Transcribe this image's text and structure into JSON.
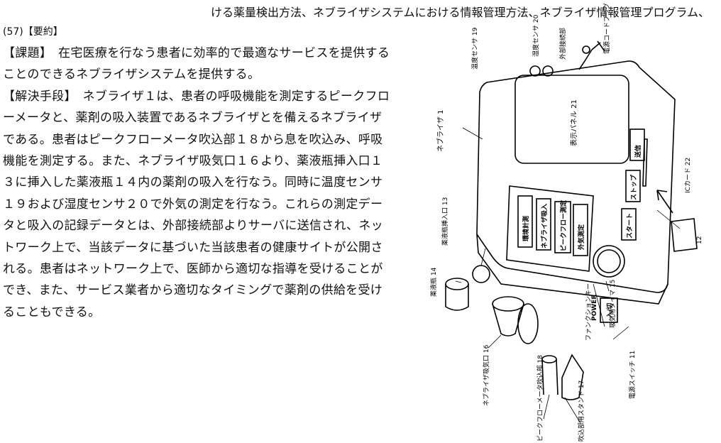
{
  "header": {
    "running_title": "ける薬量検出方法、ネブライザシステムにおける情報管理方法、ネブライザ情報管理プログラム、"
  },
  "abstract": {
    "section_label": "(57)【要約】",
    "problem_heading": "【課題】",
    "problem_text": "在宅医療を行なう患者に効率的で最適なサービスを提供することのできるネブライザシステムを提供する。",
    "solution_heading": "【解決手段】",
    "solution_text": "ネブライザ１は、患者の呼吸機能を測定するピークフローメータと、薬剤の吸入装置であるネブライザとを備えるネブライザである。患者はピークフローメータ吹込部１８から息を吹込み、呼吸機能を測定する。また、ネブライザ吸気口１６より、薬液瓶挿入口１３に挿入した薬液瓶１４内の薬剤の吸入を行なう。同時に温度センサ１９および湿度センサ２０で外気の測定を行なう。これらの測定データと吸入の記録データとは、外部接続部よりサーバに送信され、ネットワーク上で、当該データに基づいた当該患者の健康サイトが公開される。患者はネットワーク上で、医師から適切な指導を受けることができ、また、サービス業者から適切なタイミングで薬剤の供給を受けることもできる。"
  },
  "figure": {
    "labels": {
      "temp_sensor": "温度センサ 19",
      "humidity_sensor": "湿度センサ 20",
      "external_connector": "外部接続部",
      "power_plug": "電源コードプラグ",
      "nebulizer": "ネブライザ 1",
      "display_panel": "表示パネル 21",
      "ic_card": "ICカード 22",
      "vial_inlet": "薬液瓶挿入口 13",
      "vial": "薬液瓶 14",
      "timer": "吸気用タイマ 15",
      "function_key": "ファンクションキー",
      "num_12": "12",
      "nebulizer_inlet": "ネブライザ吸気口 16",
      "power_switch": "電源スイッチ 11",
      "peak_flow_mouthpiece": "ピークフローメータ吹込部 18",
      "stand": "吹込部用スタンド 17"
    },
    "buttons": {
      "send": "送信",
      "stop": "ストップ",
      "start": "スタート",
      "env": "環境計測",
      "nebulize": "ネブライザ吸入",
      "peak_flow": "ピークフロー測定",
      "outside_air": "外気測定",
      "power_title": "POWER",
      "on_off": "入/切"
    }
  }
}
